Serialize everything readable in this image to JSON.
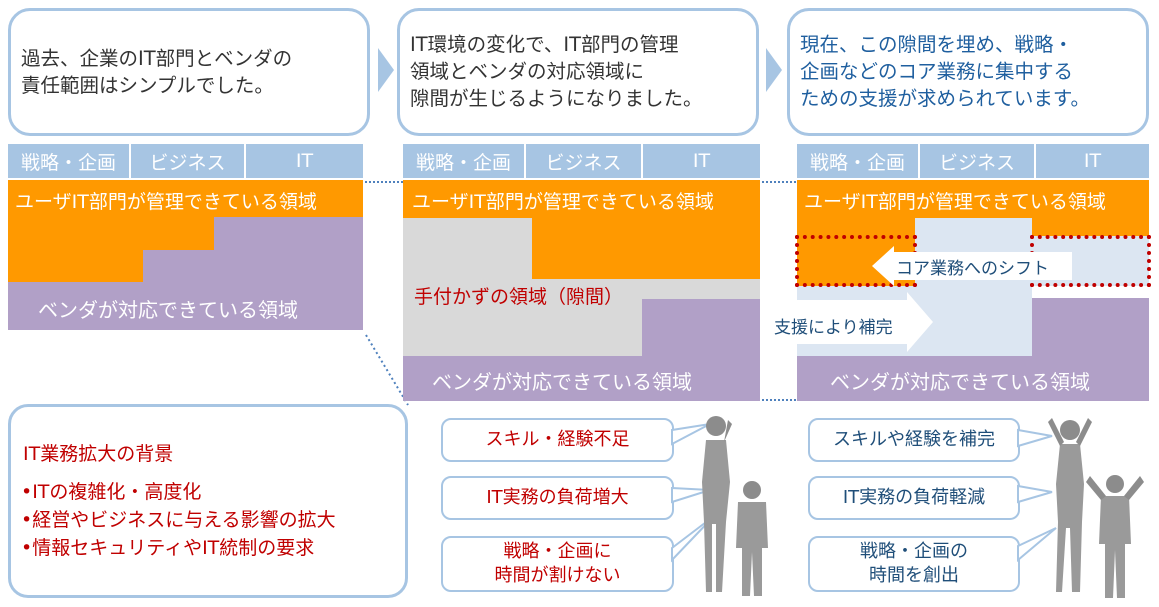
{
  "bubbles": [
    {
      "line1": "過去、企業のIT部門とベンダの",
      "line2": "責任範囲はシンプルでした。"
    },
    {
      "line1": "IT環境の変化で、IT部門の管理",
      "line2": "領域とベンダの対応領域に",
      "line3": "隙間が生じるようになりました。"
    },
    {
      "line1": "現在、この隙間を埋め、戦略・",
      "line2": "企画などのコア業務に集中する",
      "line3": "ための支援が求められています。"
    }
  ],
  "headers": {
    "strategy": "戦略・企画",
    "business": "ビジネス",
    "it": "IT"
  },
  "areas": {
    "user": "ユーザIT部門が管理できている領域",
    "vendor": "ベンダが対応できている領域",
    "gap": "手付かずの領域（隙間）",
    "core_shift": "コア業務へのシフト",
    "support": "支援により補完"
  },
  "background": {
    "title": "IT業務拡大の背景",
    "items": [
      "•ITの複雑化・高度化",
      "•経営やビジネスに与える影響の拡大",
      "•情報セキュリティやIT統制の要求"
    ]
  },
  "problems": [
    "スキル・経験不足",
    "IT実務の負荷増大",
    "戦略・企画に",
    "時間が割けない"
  ],
  "solutions": [
    "スキルや経験を補完",
    "IT実務の負荷軽減",
    "戦略・企画の",
    "時間を創出"
  ],
  "colors": {
    "orange": "#ff9900",
    "purple": "#b1a0c7",
    "gap": "#d9d9d9",
    "header": "#a7c5e3",
    "accent": "#c00000"
  }
}
